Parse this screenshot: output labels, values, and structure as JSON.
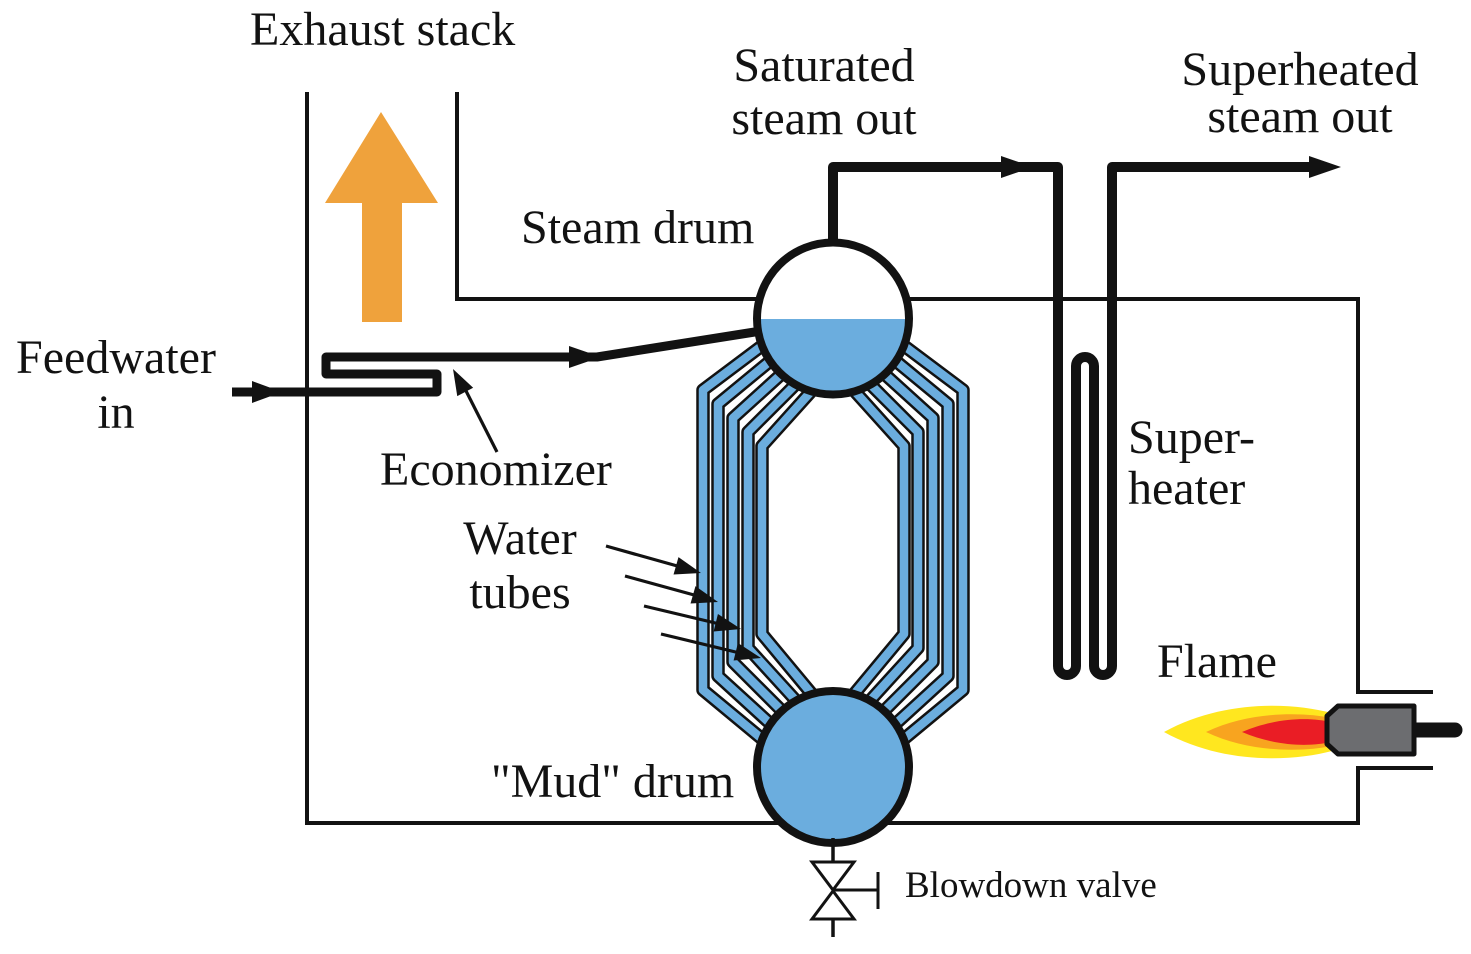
{
  "labels": {
    "exhaust_stack": "Exhaust stack",
    "feedwater_line1": "Feedwater",
    "feedwater_line2": "in",
    "steam_drum": "Steam drum",
    "saturated_line1": "Saturated",
    "saturated_line2": "steam out",
    "superheated_line1": "Superheated",
    "superheated_line2": "steam out",
    "economizer": "Economizer",
    "water_tubes_line1": "Water",
    "water_tubes_line2": "tubes",
    "superheater_line1": "Super-",
    "superheater_line2": "heater",
    "flame": "Flame",
    "mud_drum": "\"Mud\" drum",
    "blowdown_valve": "Blowdown valve"
  },
  "colors": {
    "water_blue": "#6badde",
    "exhaust_arrow_orange": "#efa23c",
    "flame_yellow": "#ffe71f",
    "flame_orange": "#f8a41f",
    "flame_red": "#ea1d25",
    "burner_gray": "#6c6d70",
    "line_color": "#121212",
    "background": "#ffffff"
  }
}
